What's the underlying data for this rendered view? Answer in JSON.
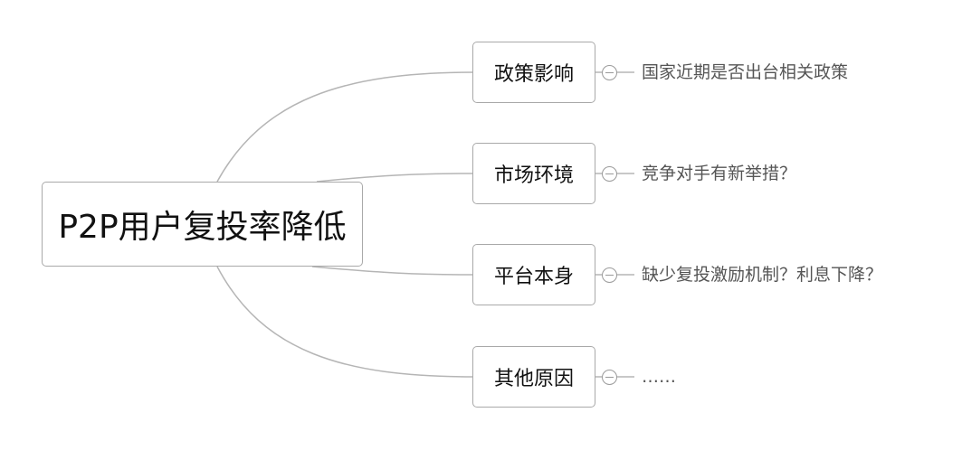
{
  "diagram": {
    "root": {
      "label": "P2P用户复投率降低"
    },
    "branches": [
      {
        "label": "政策影响",
        "detail": "国家近期是否出台相关政策"
      },
      {
        "label": "市场环境",
        "detail": "竞争对手有新举措？"
      },
      {
        "label": "平台本身",
        "detail": "缺少复投激励机制？利息下降？"
      },
      {
        "label": "其他原因",
        "detail": "……"
      }
    ]
  },
  "colors": {
    "connector": "#b5b5b5",
    "node_border": "#a9a9a9",
    "detail_text": "#555555",
    "node_text": "#111111"
  }
}
